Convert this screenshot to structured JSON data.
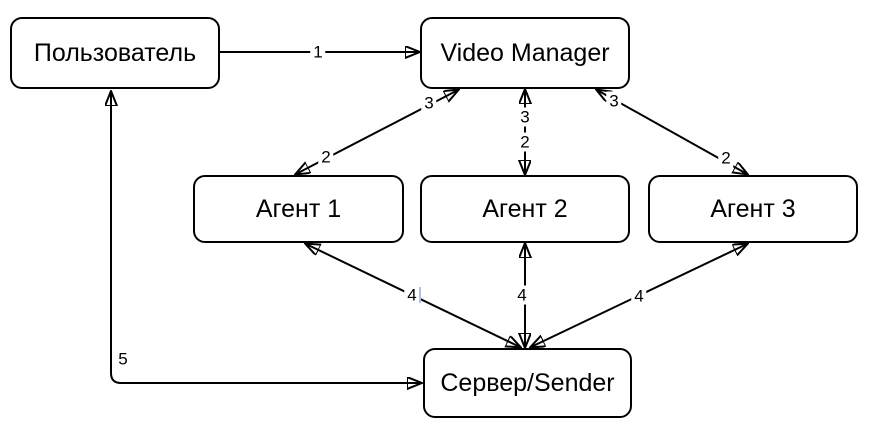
{
  "diagram": {
    "type": "flow-diagram",
    "background": "#ffffff",
    "nodes": {
      "user": {
        "label": "Пользователь"
      },
      "video_manager": {
        "label": "Video Manager"
      },
      "agent1": {
        "label": "Агент 1"
      },
      "agent2": {
        "label": "Агент 2"
      },
      "agent3": {
        "label": "Агент 3"
      },
      "server": {
        "label": "Сервер/Sender"
      }
    },
    "edges": [
      {
        "id": "user-to-video-manager",
        "from": "Пользователь",
        "to": "Video Manager",
        "arrows": "to",
        "label": "1"
      },
      {
        "id": "vm-agent1",
        "from": "Video Manager",
        "to": "Агент 1",
        "arrows": "both",
        "label_to_agent": "2",
        "label_to_manager": "3"
      },
      {
        "id": "vm-agent2",
        "from": "Video Manager",
        "to": "Агент 2",
        "arrows": "both",
        "label_to_agent": "2",
        "label_to_manager": "3"
      },
      {
        "id": "vm-agent3",
        "from": "Video Manager",
        "to": "Агент 3",
        "arrows": "both",
        "label_to_agent": "2",
        "label_to_manager": "3"
      },
      {
        "id": "agent1-server",
        "from": "Агент 1",
        "to": "Сервер/Sender",
        "arrows": "both",
        "label": "4"
      },
      {
        "id": "agent2-server",
        "from": "Агент 2",
        "to": "Сервер/Sender",
        "arrows": "both",
        "label": "4"
      },
      {
        "id": "agent3-server",
        "from": "Агент 3",
        "to": "Сервер/Sender",
        "arrows": "both",
        "label": "4"
      },
      {
        "id": "server-user",
        "from": "Сервер/Sender",
        "to": "Пользователь",
        "arrows": "both",
        "label": "5"
      }
    ],
    "colors": {
      "line": "#000000",
      "node_fill": "#ffffff",
      "node_border": "#000000",
      "text": "#000000",
      "text_cursor": "#a9c4e8"
    }
  }
}
